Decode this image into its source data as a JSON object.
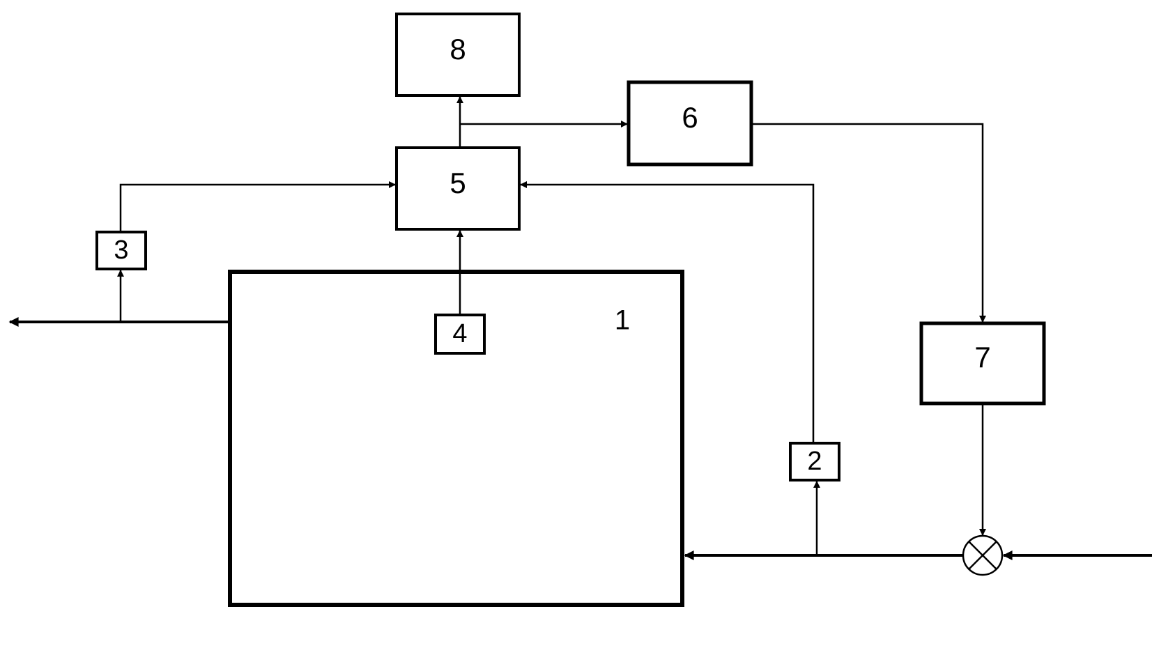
{
  "blocks": {
    "b1": "1",
    "b2": "2",
    "b3": "3",
    "b4": "4",
    "b5": "5",
    "b6": "6",
    "b7": "7",
    "b8": "8"
  },
  "colors": {
    "stroke": "#000000",
    "background": "#ffffff"
  },
  "mixer_symbol": "circle-with-x"
}
